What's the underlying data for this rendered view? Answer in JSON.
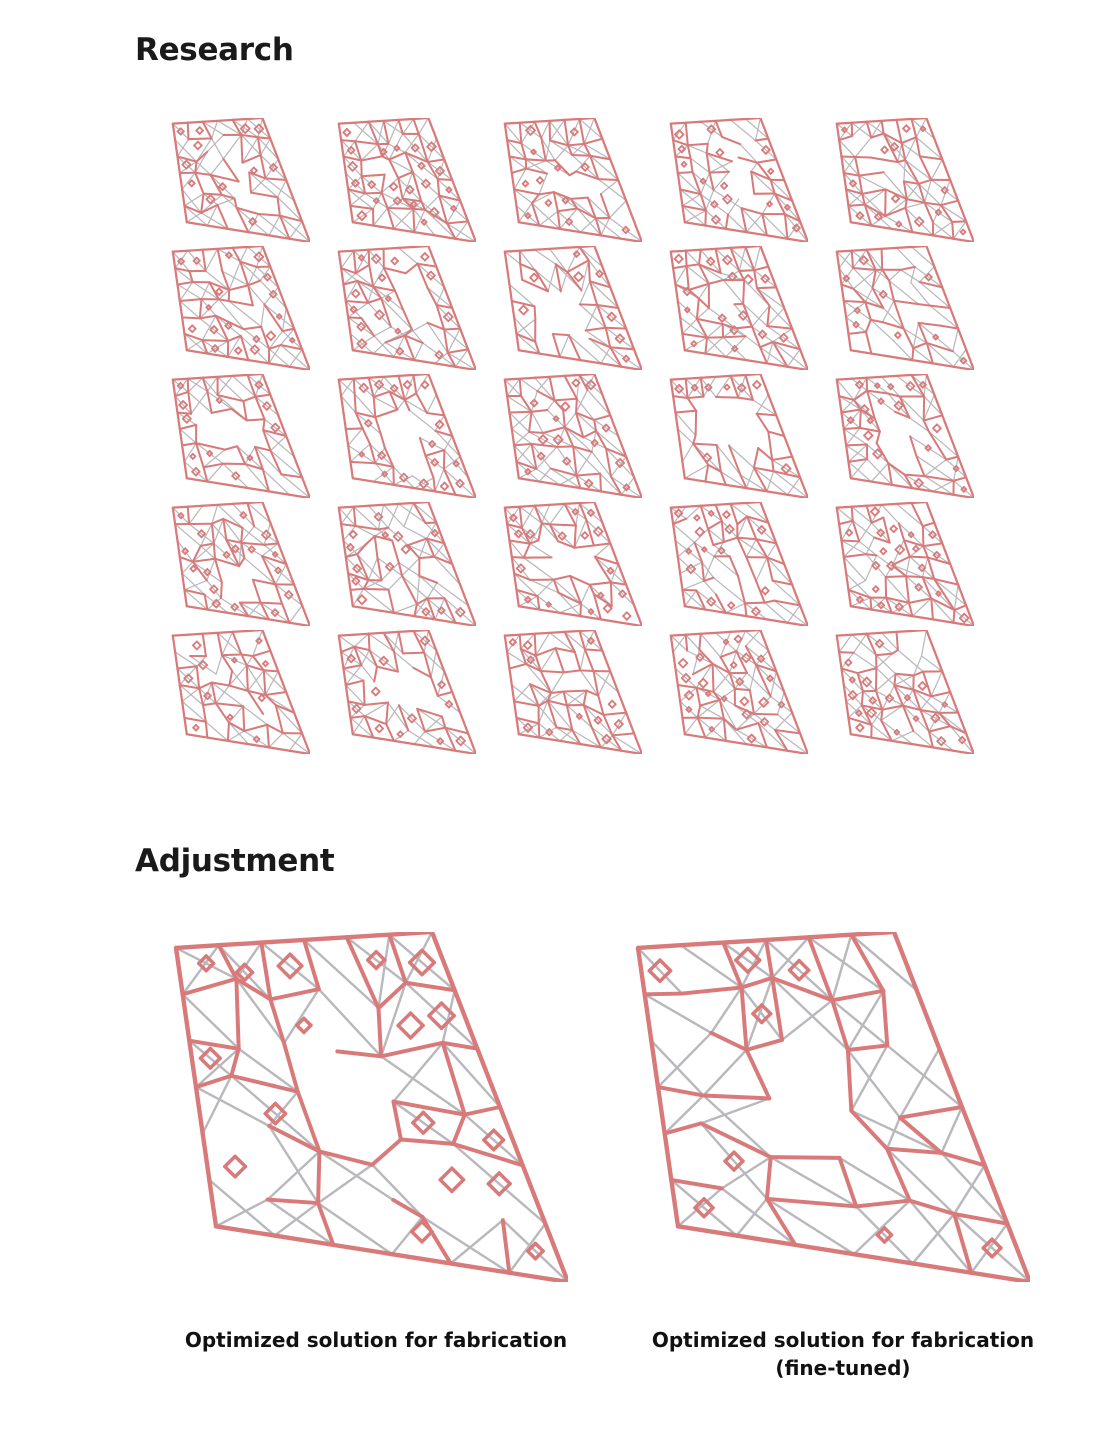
{
  "sections": {
    "research": {
      "title": "Research"
    },
    "adjustment": {
      "title": "Adjustment"
    }
  },
  "research_grid": {
    "rows": 5,
    "columns": 5,
    "variant_count": 25
  },
  "panels": [
    {
      "caption": "Optimized solution for fabrication",
      "subcaption": ""
    },
    {
      "caption": "Optimized solution for fabrication",
      "subcaption": "(fine-tuned)"
    }
  ],
  "colors": {
    "highlight_red": "#d97a7a",
    "mesh_gray": "#b9b9bd",
    "text": "#111111"
  }
}
